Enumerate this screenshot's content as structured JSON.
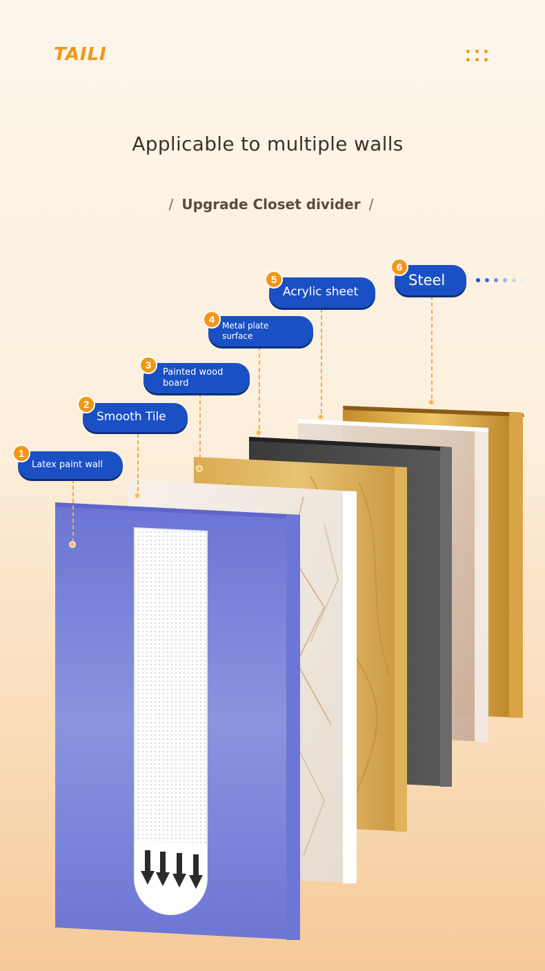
{
  "brand": {
    "name": "TAILI",
    "color": "#f39617"
  },
  "header": {
    "menu_icon": "dots-grid-icon"
  },
  "headline": "Applicable to multiple walls",
  "subhead": {
    "text": "Upgrade Closet divider",
    "slash": "/"
  },
  "surfaces": [
    {
      "number": "1",
      "label": "Latex paint wall"
    },
    {
      "number": "2",
      "label": "Smooth Tile"
    },
    {
      "number": "3",
      "label": "Painted wood board"
    },
    {
      "number": "4",
      "label": "Metal plate surface"
    },
    {
      "number": "5",
      "label": "Acrylic sheet"
    },
    {
      "number": "6",
      "label": "Steel"
    }
  ],
  "colors": {
    "tag": "#1b50c4",
    "accent": "#f39617",
    "wall": "#7b85d8"
  }
}
